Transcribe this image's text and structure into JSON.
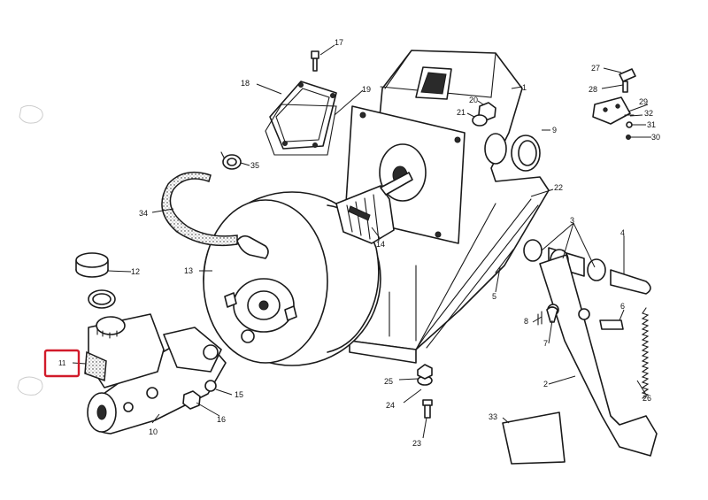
{
  "highlight_color": "#d11a2a",
  "callouts": [
    {
      "id": "c1",
      "text": "1"
    },
    {
      "id": "c2",
      "text": "2"
    },
    {
      "id": "c3",
      "text": "3"
    },
    {
      "id": "c4",
      "text": "4"
    },
    {
      "id": "c5",
      "text": "5"
    },
    {
      "id": "c6",
      "text": "6"
    },
    {
      "id": "c7",
      "text": "7"
    },
    {
      "id": "c8",
      "text": "8"
    },
    {
      "id": "c9",
      "text": "9"
    },
    {
      "id": "c10",
      "text": "10"
    },
    {
      "id": "c11",
      "text": "11"
    },
    {
      "id": "c12",
      "text": "12"
    },
    {
      "id": "c13",
      "text": "13"
    },
    {
      "id": "c14",
      "text": "14"
    },
    {
      "id": "c15",
      "text": "15"
    },
    {
      "id": "c16",
      "text": "16"
    },
    {
      "id": "c17",
      "text": "17"
    },
    {
      "id": "c18",
      "text": "18"
    },
    {
      "id": "c19",
      "text": "19"
    },
    {
      "id": "c20",
      "text": "20"
    },
    {
      "id": "c21",
      "text": "21"
    },
    {
      "id": "c22",
      "text": "22"
    },
    {
      "id": "c23",
      "text": "23"
    },
    {
      "id": "c24",
      "text": "24"
    },
    {
      "id": "c25",
      "text": "25"
    },
    {
      "id": "c26",
      "text": "26"
    },
    {
      "id": "c27",
      "text": "27"
    },
    {
      "id": "c28",
      "text": "28"
    },
    {
      "id": "c29",
      "text": "29"
    },
    {
      "id": "c30",
      "text": "30"
    },
    {
      "id": "c31",
      "text": "31"
    },
    {
      "id": "c32",
      "text": "32"
    },
    {
      "id": "c33",
      "text": "33"
    },
    {
      "id": "c34",
      "text": "34"
    },
    {
      "id": "c35",
      "text": "35"
    }
  ],
  "highlighted_callout": "11"
}
